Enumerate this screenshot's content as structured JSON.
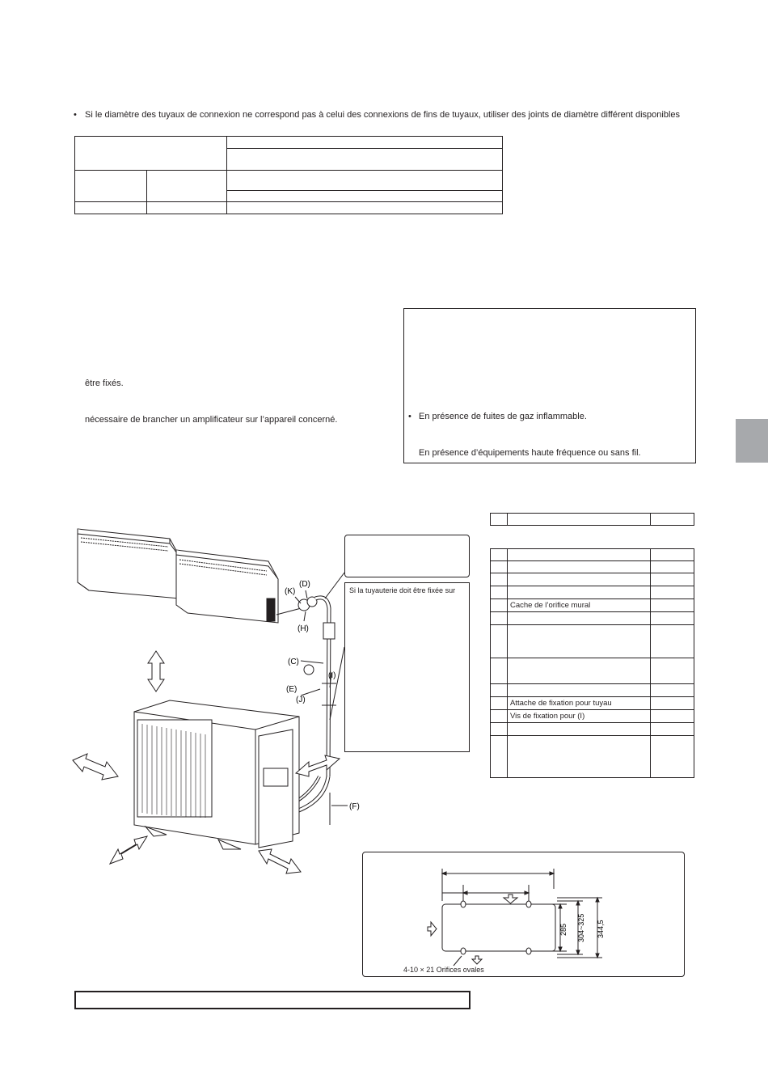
{
  "intro_note": "Si le diamètre des tuyaux de connexion ne correspond pas à celui des connexions de fins de tuyaux, utiliser des joints de diamètre différent disponibles",
  "bullet": "•",
  "left_col": {
    "line1": "être fixés.",
    "line2": "nécessaire de brancher un amplificateur sur l’appareil concerné."
  },
  "warning_box": {
    "item1": "En présence de fuites de gaz inflammable.",
    "item2": "En présence d’équipements haute fréquence ou sans fil."
  },
  "diagram_labels": {
    "D": "(D)",
    "K": "(K)",
    "H": "(H)",
    "C": "(C)",
    "I": "(I)",
    "E": "(E)",
    "J": "(J)",
    "F": "(F)"
  },
  "callout2": "Si la tuyauterie doit être fixée sur",
  "parts_table": {
    "row_wall_hole_cover": "Cache de l’orifice mural",
    "row_pipe_clip": "Attache de fixation pour tuyau",
    "row_screw": "Vis de fixation pour (I)"
  },
  "dimension_diagram": {
    "dim_285": "285",
    "dim_304_325": "304~325",
    "dim_344_5": "344,5",
    "holes_label": "4-10 × 21 Orifices ovales"
  }
}
